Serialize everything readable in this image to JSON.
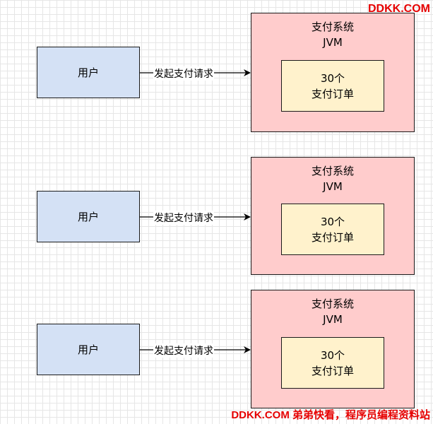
{
  "watermark": {
    "top": "DDKK.COM",
    "bottom": "DDKK.COM 弟弟快看，程序员编程资料站"
  },
  "rows": [
    {
      "user_label": "用户",
      "edge_label": "发起支付请求",
      "system_title": "支付系统",
      "system_sub": "JVM",
      "orders_count": "30个",
      "orders_label": "支付订单"
    },
    {
      "user_label": "用户",
      "edge_label": "发起支付请求",
      "system_title": "支付系统",
      "system_sub": "JVM",
      "orders_count": "30个",
      "orders_label": "支付订单"
    },
    {
      "user_label": "用户",
      "edge_label": "发起支付请求",
      "system_title": "支付系统",
      "system_sub": "JVM",
      "orders_count": "30个",
      "orders_label": "支付订单"
    }
  ],
  "colors": {
    "user_fill": "#d4e1f5",
    "system_fill": "#ffcccc",
    "order_fill": "#fff2cc",
    "watermark": "#e60000"
  }
}
